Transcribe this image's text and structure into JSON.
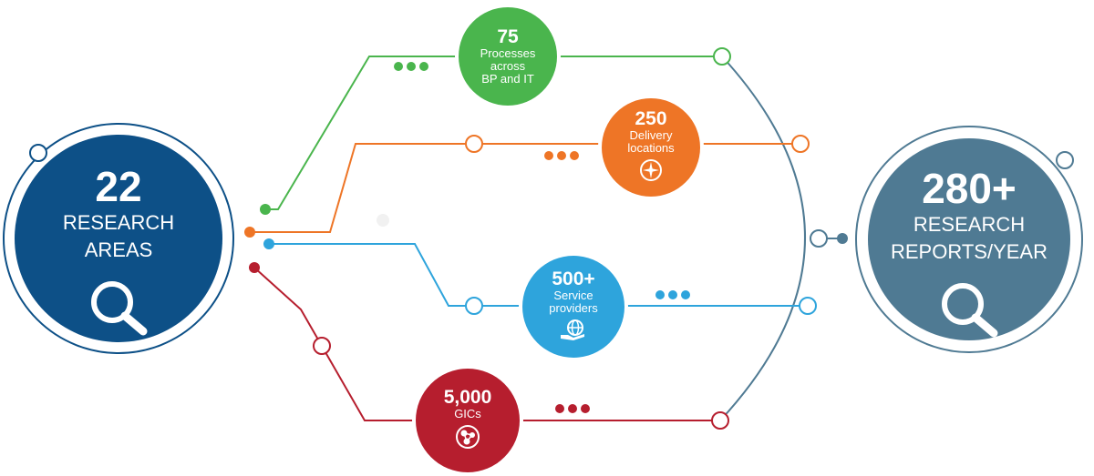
{
  "left_hub": {
    "value": "22",
    "label_line1": "RESEARCH",
    "label_line2": "AREAS",
    "icon": "magnifier-icon",
    "color": "#0d5087"
  },
  "right_hub": {
    "value": "280+",
    "label_line1": "RESEARCH",
    "label_line2": "REPORTS/YEAR",
    "icon": "magnifier-icon",
    "color": "#4f7a93"
  },
  "nodes": [
    {
      "key": "processes",
      "value": "75",
      "label_line1": "Processes",
      "label_line2": "across",
      "label_line3": "BP and IT",
      "color": "#4ab54d",
      "icon": ""
    },
    {
      "key": "delivery",
      "value": "250",
      "label_line1": "Delivery",
      "label_line2": "locations",
      "color": "#ee7526",
      "icon": "compass-icon"
    },
    {
      "key": "providers",
      "value": "500+",
      "label_line1": "Service",
      "label_line2": "providers",
      "color": "#2ea4dc",
      "icon": "globe-hand-icon"
    },
    {
      "key": "gics",
      "value": "5,000",
      "label_line1": "GICs",
      "color": "#b61e2e",
      "icon": "network-icon"
    }
  ],
  "colors": {
    "arc": "#4f7a93",
    "ring": "#0d5087"
  }
}
